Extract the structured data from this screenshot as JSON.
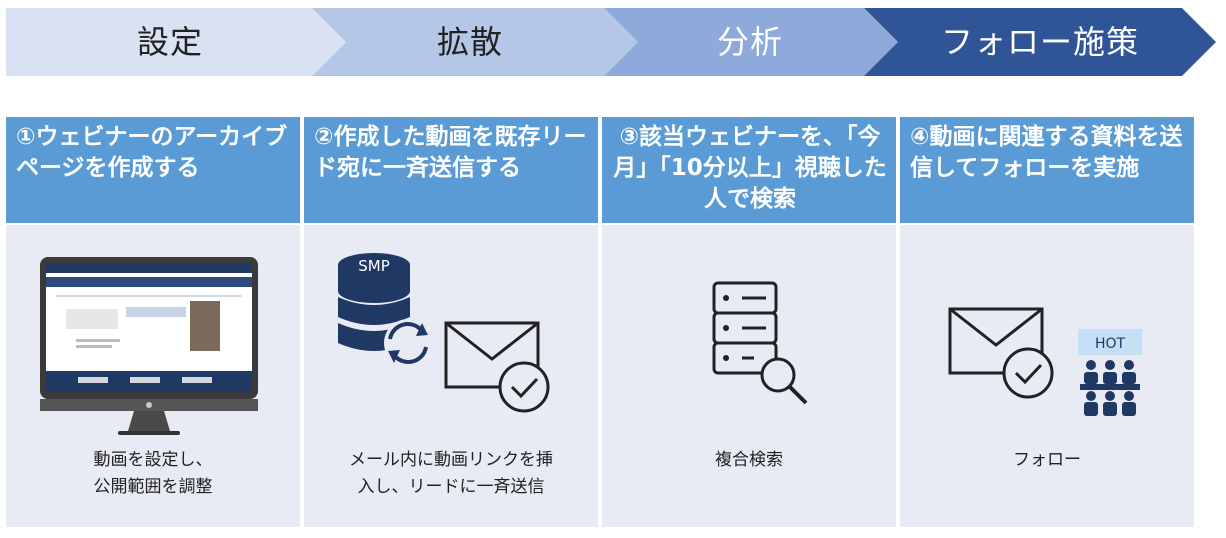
{
  "stages": [
    {
      "label": "設定",
      "fill": "#d9e1f2",
      "text_color": "#222222"
    },
    {
      "label": "拡散",
      "fill": "#b4c7e7",
      "text_color": "#222222"
    },
    {
      "label": "分析",
      "fill": "#8eaadb",
      "text_color": "#ffffff"
    },
    {
      "label": "フォロー施策",
      "fill": "#2f5597",
      "text_color": "#ffffff"
    }
  ],
  "steps": [
    {
      "heading": "①ウェビナーのアーカイブページを作成する",
      "caption_lines": [
        "動画を設定し、",
        "公開範囲を調整"
      ]
    },
    {
      "heading": "②作成した動画を既存リード宛に一斉送信する",
      "caption_lines": [
        "メール内に動画リンクを挿",
        "入し、リードに一斉送信"
      ]
    },
    {
      "heading": "③該当ウェビナーを、「今月」「10分以上」視聴した人で検索",
      "caption_lines": [
        "複合検索"
      ]
    },
    {
      "heading": "④動画に関連する資料を送信してフォローを実施",
      "caption_lines": [
        "フォロー"
      ]
    }
  ],
  "icons": {
    "monitor": "monitor-icon",
    "database": "database-sync-icon",
    "db_label": "SMP",
    "mail": "mail-check-icon",
    "server_search": "server-search-icon",
    "hot_badge": "HOT",
    "audience": "audience-icon"
  },
  "colors": {
    "header_blue": "#5b9bd5",
    "panel_bg": "#e8ebf3",
    "icon_navy": "#203864"
  }
}
